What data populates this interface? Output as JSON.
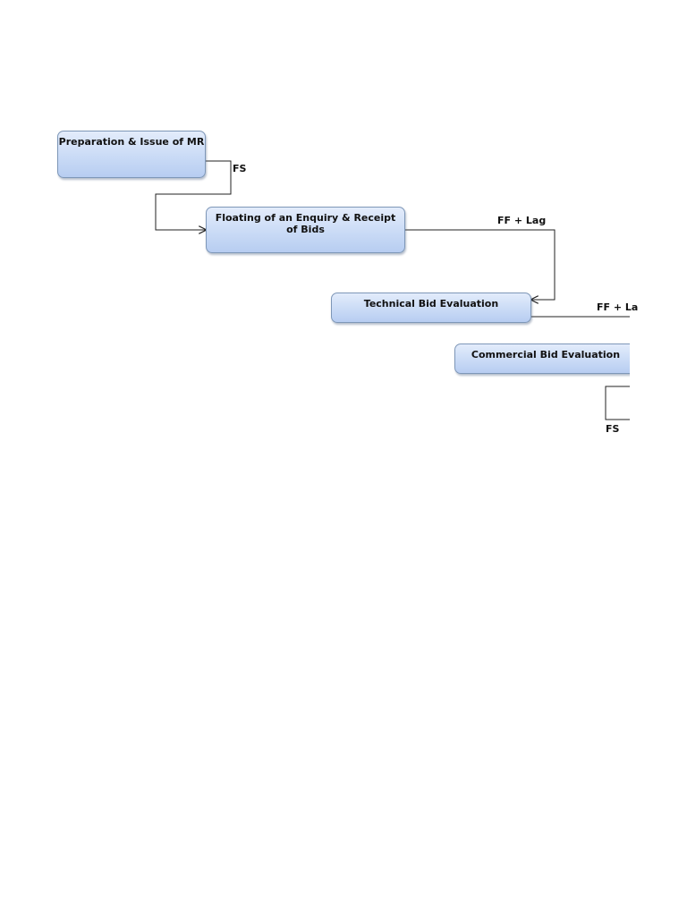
{
  "activities": [
    {
      "id": "mr",
      "label": "Preparation & Issue of MR"
    },
    {
      "id": "enquiry",
      "label": "Floating of an Enquiry & Receipt of Bids"
    },
    {
      "id": "tbe",
      "label": "Technical Bid Evaluation"
    },
    {
      "id": "cbe",
      "label": "Commercial Bid Evaluation"
    }
  ],
  "links": [
    {
      "from": "mr",
      "to": "enquiry",
      "label": "FS"
    },
    {
      "from": "enquiry",
      "to": "tbe",
      "label": "FF + Lag"
    },
    {
      "from": "tbe",
      "to": "cbe",
      "label": "FF + La"
    },
    {
      "from": "cbe",
      "to": "",
      "label": "FS"
    }
  ],
  "colors": {
    "box_fill": "#cadbf6",
    "box_border": "#7e97b8",
    "line": "#222222",
    "text": "#111111"
  }
}
